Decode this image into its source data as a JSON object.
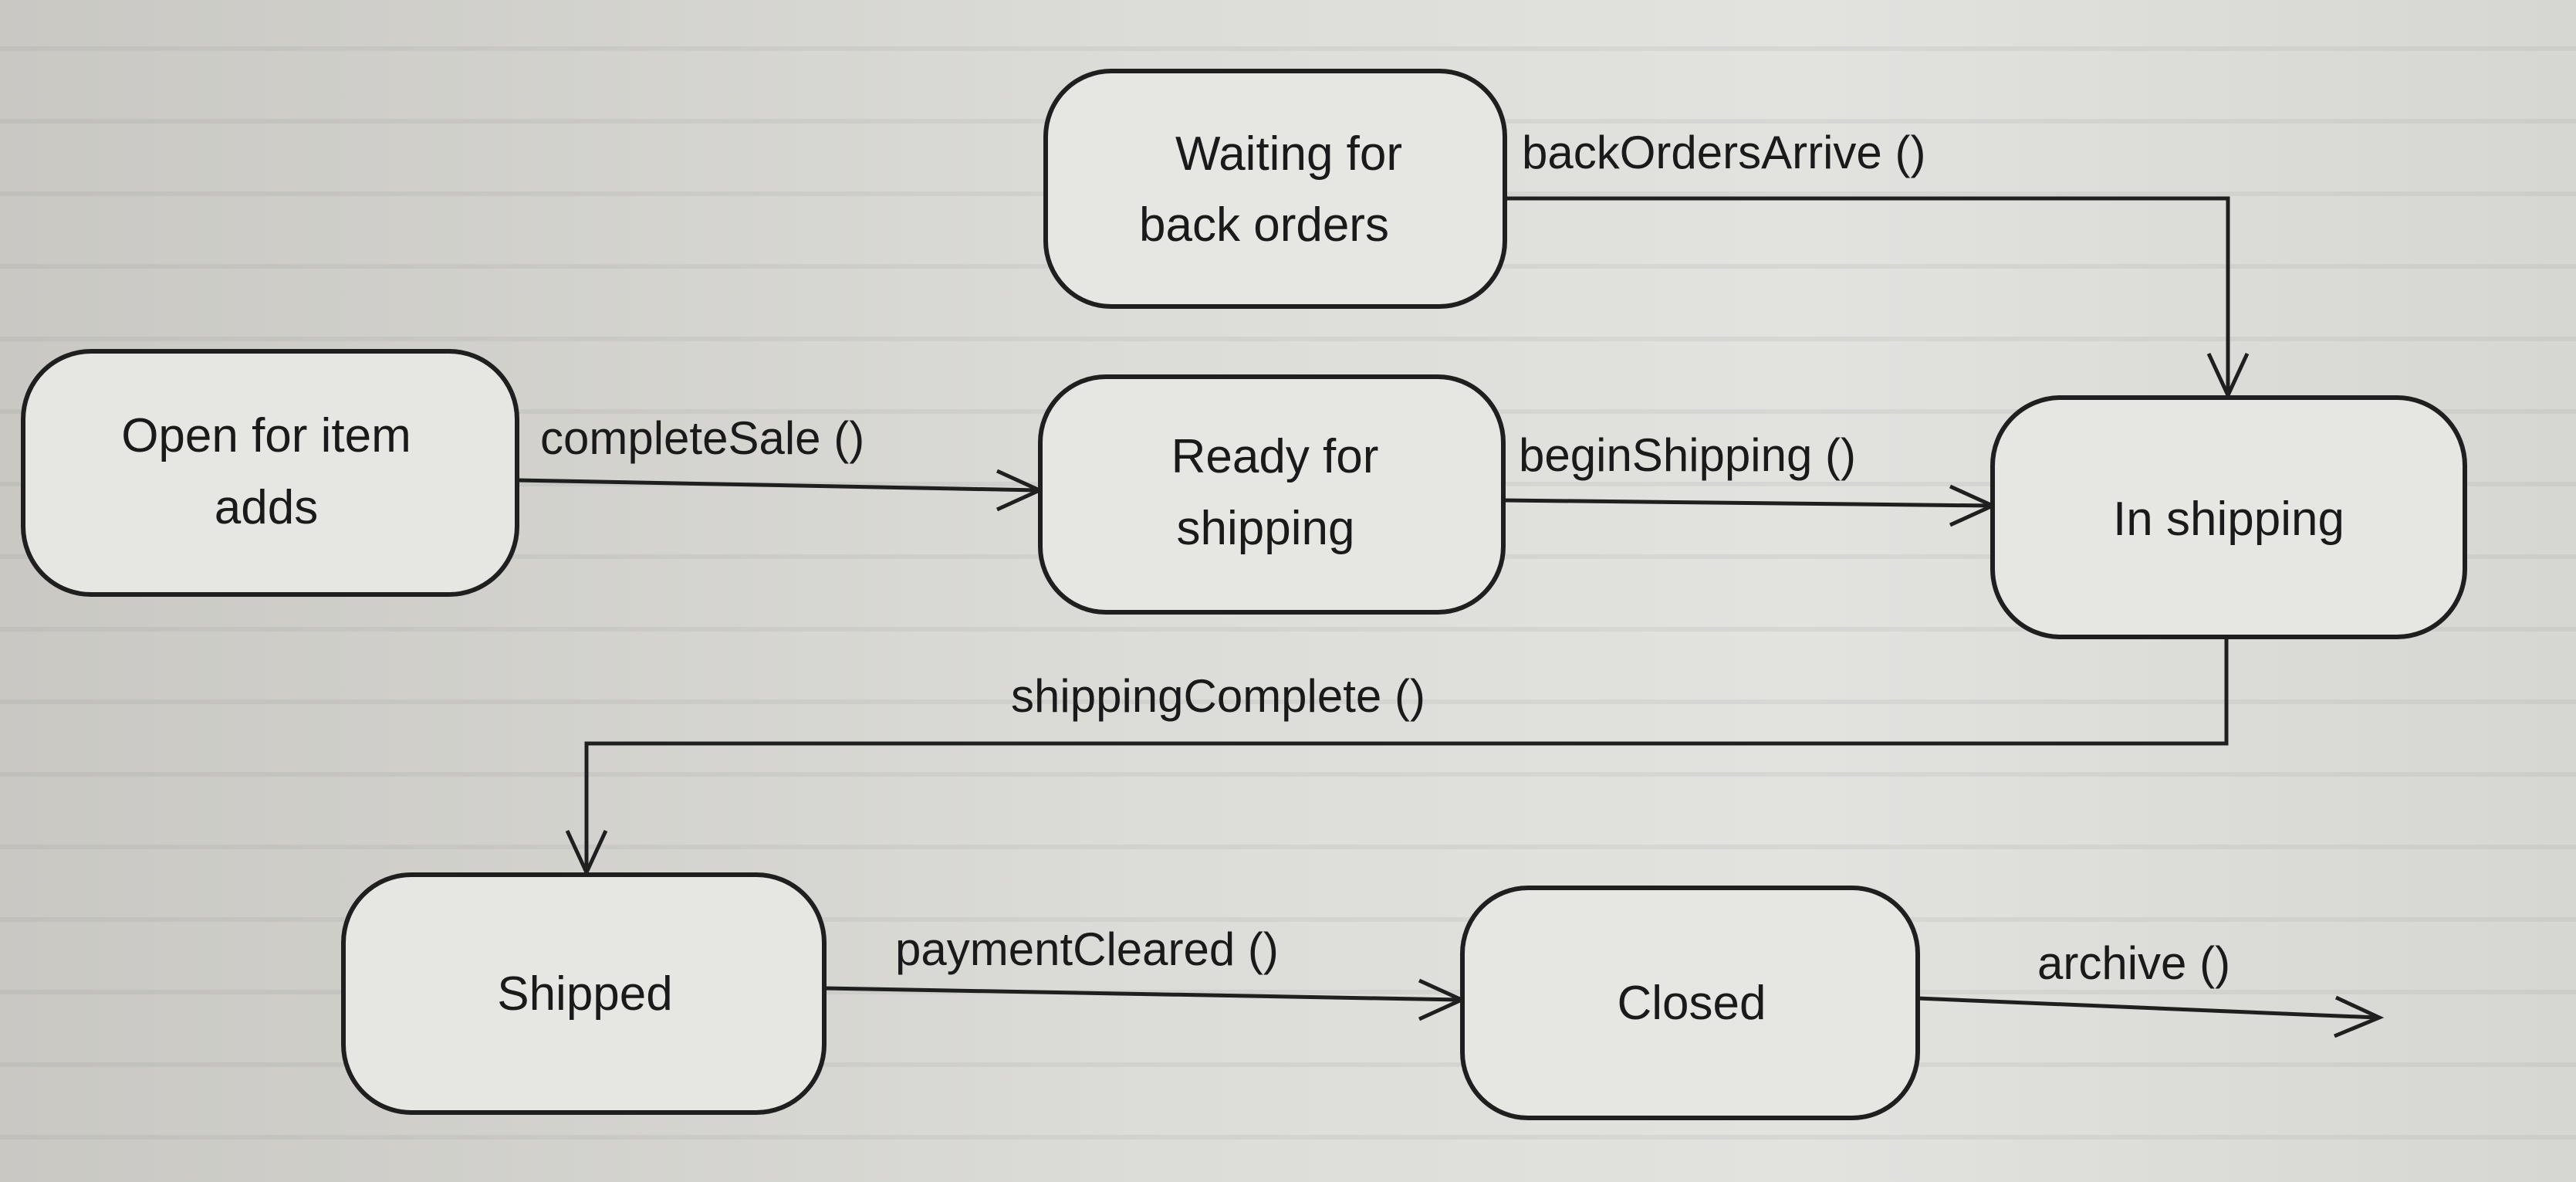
{
  "states": {
    "waiting": [
      "Waiting for",
      "back orders"
    ],
    "open": [
      "Open for item",
      "adds"
    ],
    "ready": [
      "Ready for",
      "shipping"
    ],
    "in_shipping": [
      "In shipping"
    ],
    "shipped": [
      "Shipped"
    ],
    "closed": [
      "Closed"
    ]
  },
  "transitions": {
    "back_orders_arrive": "backOrdersArrive ()",
    "complete_sale": "completeSale ()",
    "begin_shipping": "beginShipping ()",
    "shipping_complete": "shippingComplete ()",
    "payment_cleared": "paymentCleared ()",
    "archive": "archive ()"
  }
}
